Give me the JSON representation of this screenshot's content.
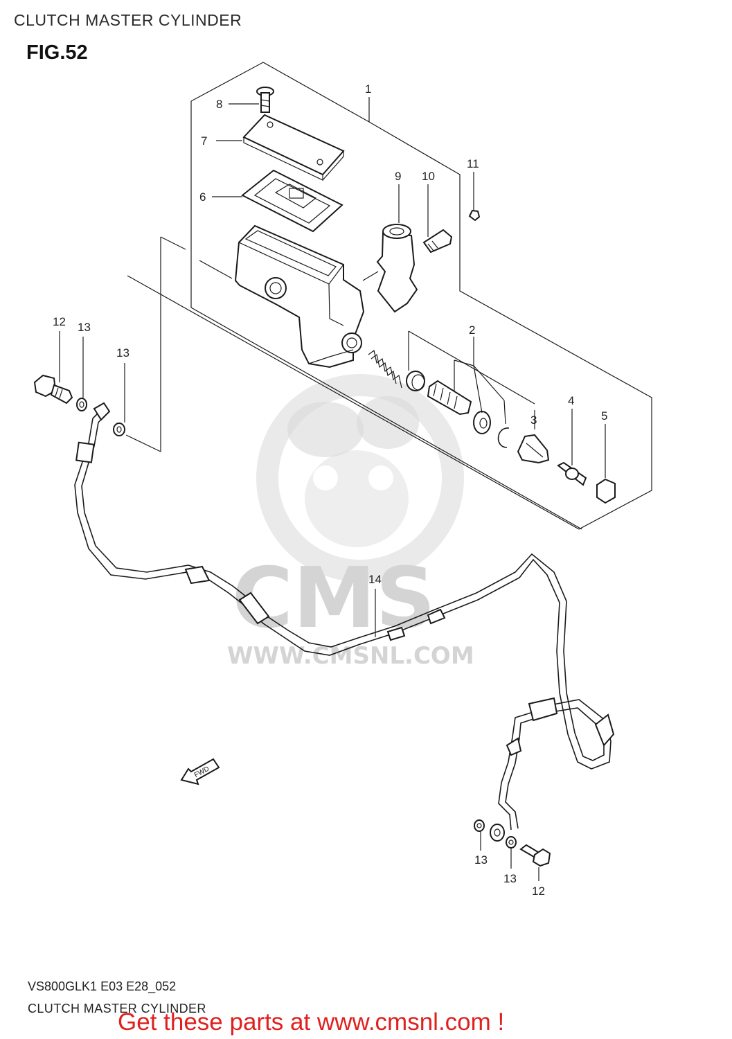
{
  "header": {
    "title": "CLUTCH MASTER CYLINDER"
  },
  "figure": {
    "label": "FIG.52"
  },
  "watermark": {
    "brand": "CMS",
    "url": "WWW.CMSNL.COM"
  },
  "direction_marker": {
    "text": "FWD"
  },
  "callouts": [
    "1",
    "2",
    "3",
    "4",
    "5",
    "6",
    "7",
    "8",
    "9",
    "10",
    "11",
    "12",
    "13",
    "13",
    "14",
    "13",
    "13",
    "12"
  ],
  "footer": {
    "code": "VS800GLK1 E03 E28_052",
    "title": "CLUTCH MASTER CYLINDER",
    "promo": "Get these parts at www.cmsnl.com !"
  },
  "colors": {
    "promo": "#e0201e",
    "line": "#1a1a1a",
    "watermark": "#d9d9d9"
  }
}
